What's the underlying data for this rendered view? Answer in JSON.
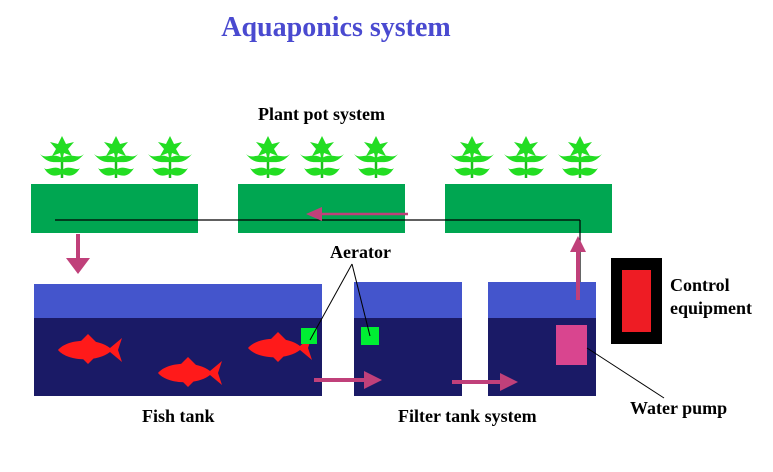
{
  "title": "Aquaponics system",
  "labels": {
    "plant_pot_system": "Plant pot system",
    "aerator": "Aerator",
    "control_equipment_line1": "Control",
    "control_equipment_line2": "equipment",
    "fish_tank": "Fish tank",
    "filter_tank_system": "Filter tank system",
    "water_pump": "Water pump"
  },
  "colors": {
    "title": "#4a4ad0",
    "plant_bed": "#00a651",
    "plant": "#22dd22",
    "water_surface": "#4455cc",
    "water_deep": "#1a1a66",
    "fish": "#ff1a1a",
    "aerator": "#00ee33",
    "arrow": "#c0407a",
    "pump": "#d9458f",
    "control_body": "#ee1c24",
    "control_frame": "#000000"
  }
}
